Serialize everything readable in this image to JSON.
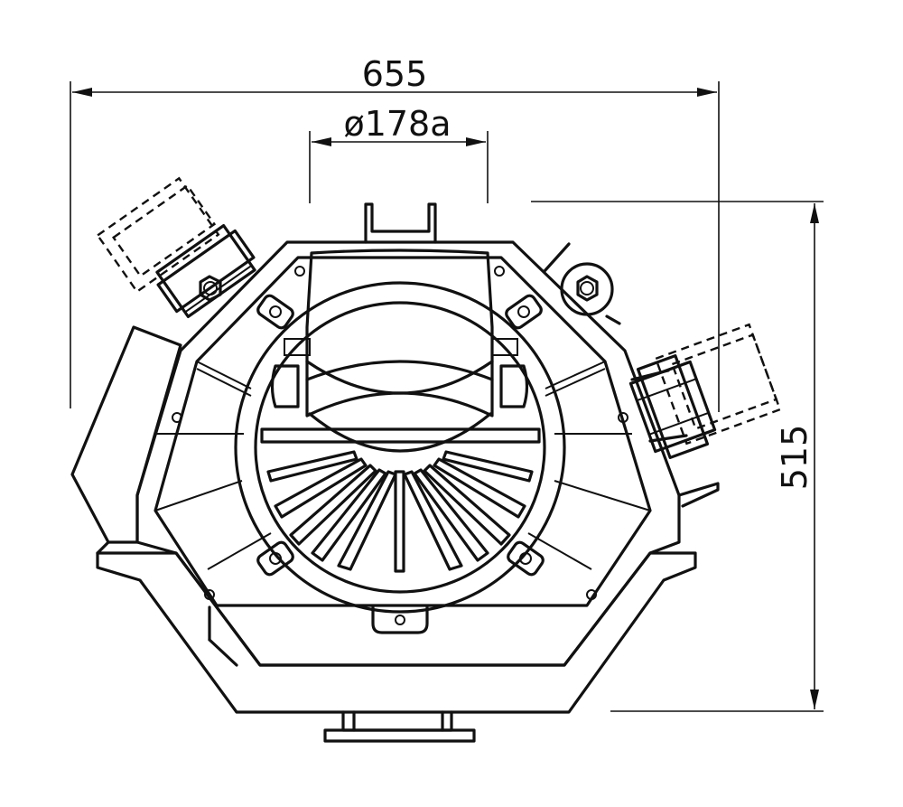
{
  "dimensions": {
    "overall_width": "655",
    "outlet_diameter": "ø178a",
    "overall_height": "515"
  },
  "colors": {
    "line": "#111111",
    "background": "#ffffff"
  }
}
